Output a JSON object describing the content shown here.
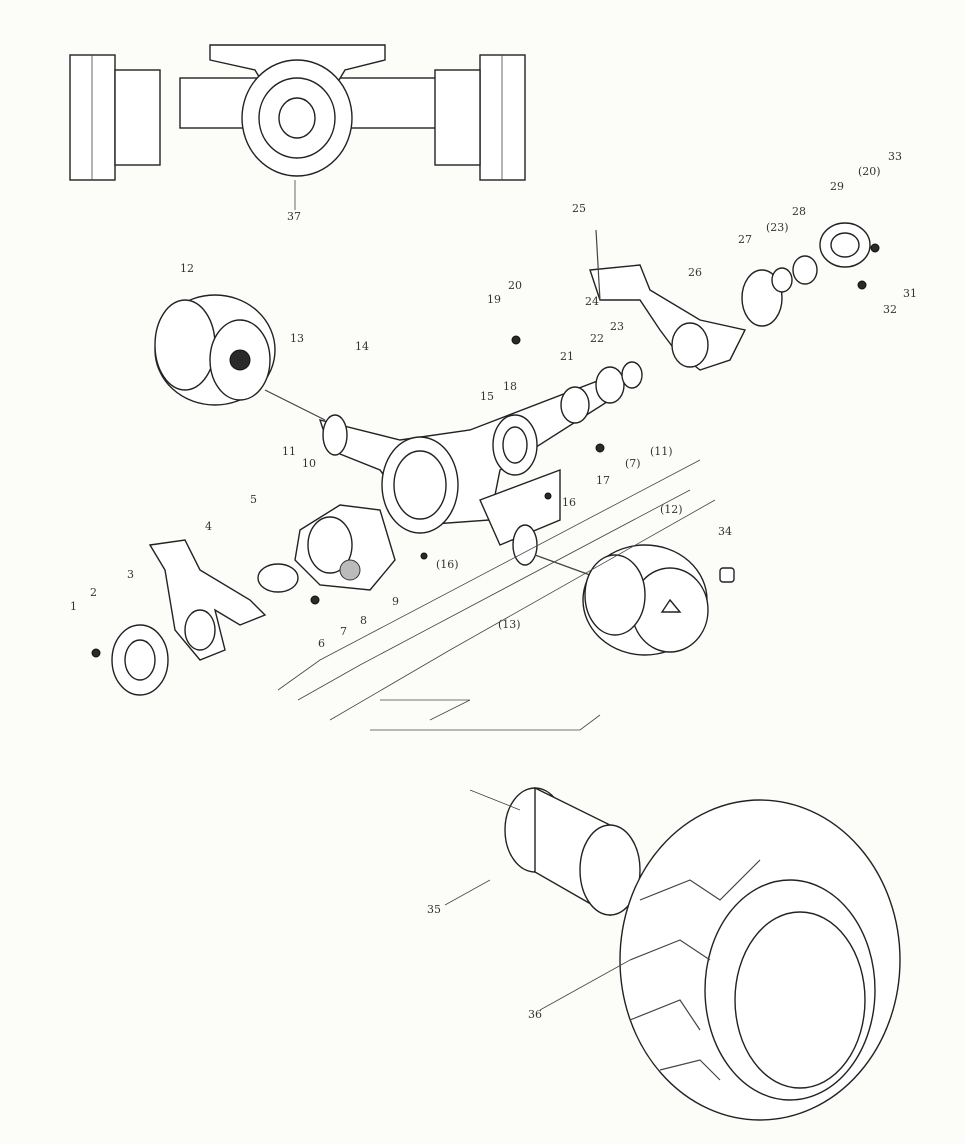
{
  "callouts": [
    "1",
    "2",
    "3",
    "4",
    "5",
    "6",
    "7",
    "8",
    "9",
    "10",
    "11",
    "12",
    "13",
    "14",
    "15",
    "16",
    "17",
    "18",
    "19",
    "20",
    "21",
    "22",
    "23",
    "24",
    "25",
    "26",
    "27",
    "28",
    "29",
    "31",
    "32",
    "33",
    "34",
    "35",
    "36",
    "37",
    "(11)",
    "(7)",
    "(12)",
    "(13)",
    "(16)",
    "(20)",
    "(23)"
  ]
}
